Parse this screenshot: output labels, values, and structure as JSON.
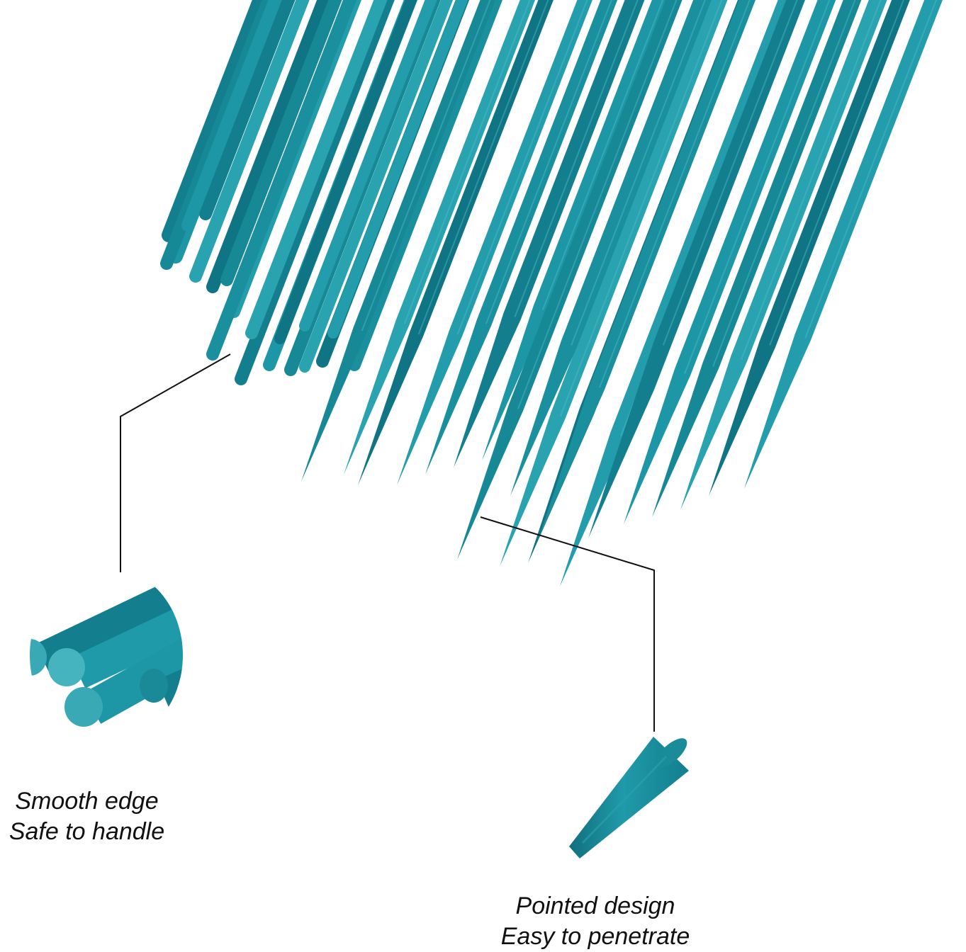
{
  "colors": {
    "background": "#ffffff",
    "stick_dark": "#137f8e",
    "stick_mid": "#1d97a6",
    "stick_light": "#47b8c3",
    "stick_end": "#0f6f7d",
    "callout_line": "#111111",
    "caption_text": "#111111"
  },
  "captions": {
    "smooth_edge": {
      "line1": "Smooth edge",
      "line2": "Safe to handle"
    },
    "pointed_design": {
      "line1": "Pointed design",
      "line2": "Easy to penetrate"
    }
  },
  "icons": {
    "detail_flat_ends": "flat-ends-closeup-icon",
    "detail_pointed_tip": "pointed-tip-closeup-icon"
  }
}
